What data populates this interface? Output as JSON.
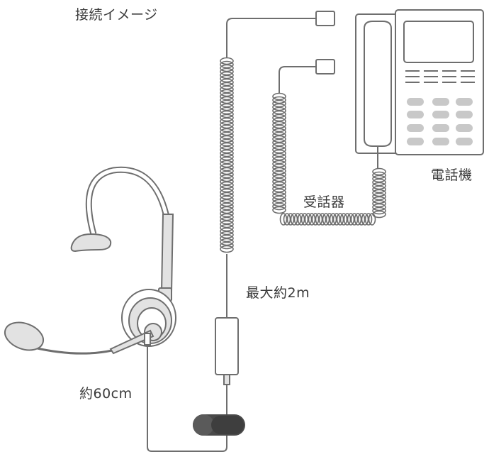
{
  "diagram": {
    "title": "接続イメージ",
    "labels": {
      "telephone": "電話機",
      "handset": "受話器",
      "max_length": "最大約2m",
      "cable_length": "約60cm"
    }
  },
  "colors": {
    "stroke": "#6e6e6e",
    "fill_light": "#e2e2e2",
    "fill_mid": "#c8c8c8",
    "fill_dark": "#4a4a4a",
    "text": "#3a3a3a"
  }
}
